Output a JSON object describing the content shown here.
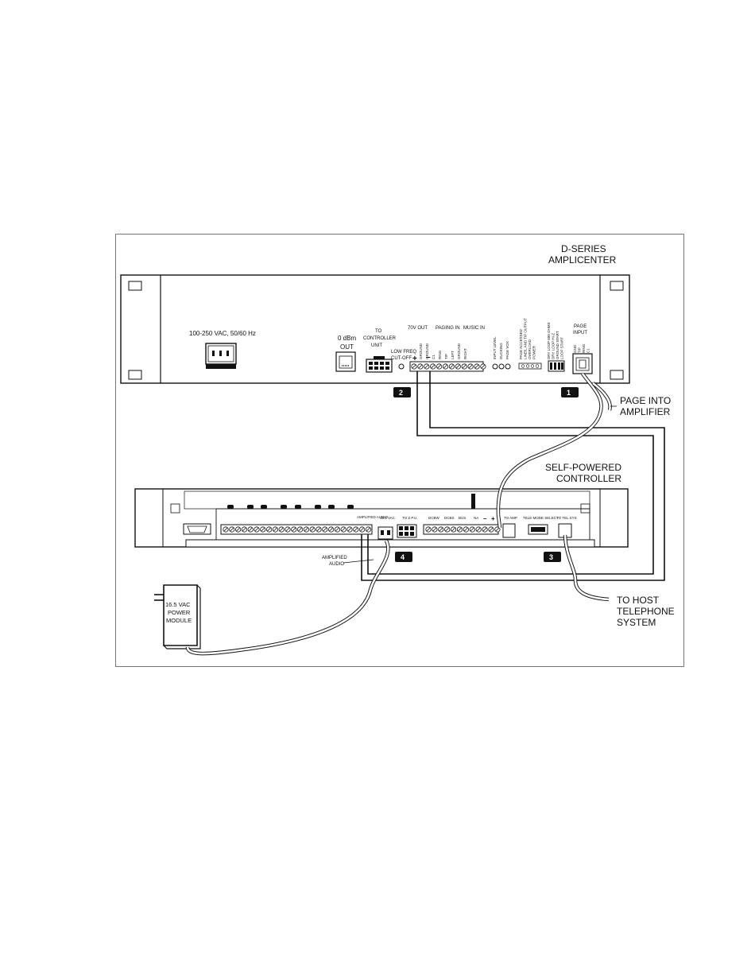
{
  "amplifier": {
    "title_line1": "D-SERIES",
    "title_line2": "AMPLICENTER",
    "power_label": "100-250 VAC, 50/60 Hz",
    "odbm_line1": "0 dBm",
    "odbm_line2": "OUT",
    "controller_line1": "TO",
    "controller_line2": "CONTROLLER",
    "controller_line3": "UNIT",
    "lowfreq_line1": "LOW FREQ",
    "lowfreq_line2": "CUT-OFF",
    "out70v": "70V OUT",
    "paging_in": "PAGING IN",
    "music_in": "MUSIC IN",
    "plus": "+",
    "minus": "–",
    "terminal_labels": [
      "GROUND",
      "GROUND",
      "C1",
      "RING",
      "TIP",
      "LEFT",
      "GROUND",
      "RIGHT"
    ],
    "input_level": "INPUT LEVEL",
    "status_labels": [
      "PAGE ACCESSED",
      "LINE/L AND TIP OUTPUT",
      "OVERLOAD",
      "POWER"
    ],
    "ducking": "DUCKING",
    "page_vox": "PAGE VOX",
    "switch_labels": [
      "DRY LOOP 600 OHMS",
      "DRY LOOP HI-Z",
      "GROUND START",
      "LOOP START"
    ],
    "page_input_line1": "PAGE",
    "page_input_line2": "INPUT",
    "page_input_pins": [
      "GND",
      "TIP",
      "RING",
      "C1"
    ]
  },
  "controller": {
    "title_line1": "SELF-POWERED",
    "title_line2": "CONTROLLER",
    "amplified_audio_label": "AMPLIFIED AUDIO",
    "amplified_audio_line1": "AMPLIFIED",
    "amplified_audio_line2": "AUDIO",
    "vac_label": "16.5 VAC",
    "tzu_label": "TO Z.P.U.",
    "bus_labels": [
      "DCBW",
      "DCBS",
      "BUS",
      "NA"
    ],
    "to_amp": "TO AMP",
    "tele_mode": "TELE MODE SELECT",
    "to_tel_sys": "TO TEL SYS"
  },
  "power_module": {
    "line1": "16.5 VAC",
    "line2": "POWER",
    "line3": "MODULE"
  },
  "callouts": {
    "page_into_line1": "PAGE INTO",
    "page_into_line2": "AMPLIFIER",
    "host_line1": "TO HOST",
    "host_line2": "TELEPHONE",
    "host_line3": "SYSTEM"
  },
  "badges": [
    "1",
    "2",
    "3",
    "4"
  ]
}
